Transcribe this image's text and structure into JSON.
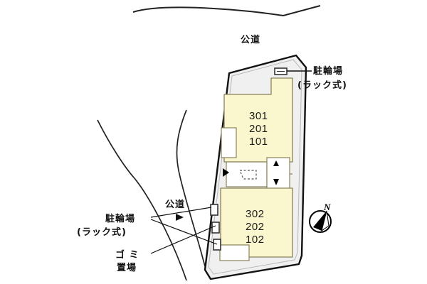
{
  "diagram": {
    "kind": "property-site-layout",
    "colors": {
      "building_fill": "#faf6cd",
      "site_fill": "#f0f0f0",
      "balcony_fill": "#ffffff",
      "outline": "#111111",
      "building_outline": "#8a8259",
      "text": "#111111",
      "page_background": "#ffffff"
    }
  },
  "labels": {
    "road_top": "公道",
    "road_left": "公道",
    "bike_parking_right_line1": "駐輪場",
    "bike_parking_right_line2": "(ラック式)",
    "bike_parking_left_line1": "駐輪場",
    "bike_parking_left_line2": "(ラック式)",
    "trash_area_line1": "ゴ ミ",
    "trash_area_line2": "置場"
  },
  "units": {
    "upper_block": {
      "name": "upper-unit-stack",
      "rooms": [
        "301",
        "201",
        "101"
      ]
    },
    "lower_block": {
      "name": "lower-unit-stack",
      "rooms": [
        "302",
        "202",
        "102"
      ]
    }
  },
  "compass": {
    "north_letter": "N"
  },
  "markers": {
    "bike_rack_top": "bike-rack-icon",
    "left_edge_markers": [
      "marker-1",
      "marker-2",
      "marker-3"
    ],
    "entry_arrow": "entrance-arrow",
    "stair_up_arrow": "stair-up-arrow",
    "stair_down_arrow": "stair-down-arrow"
  }
}
